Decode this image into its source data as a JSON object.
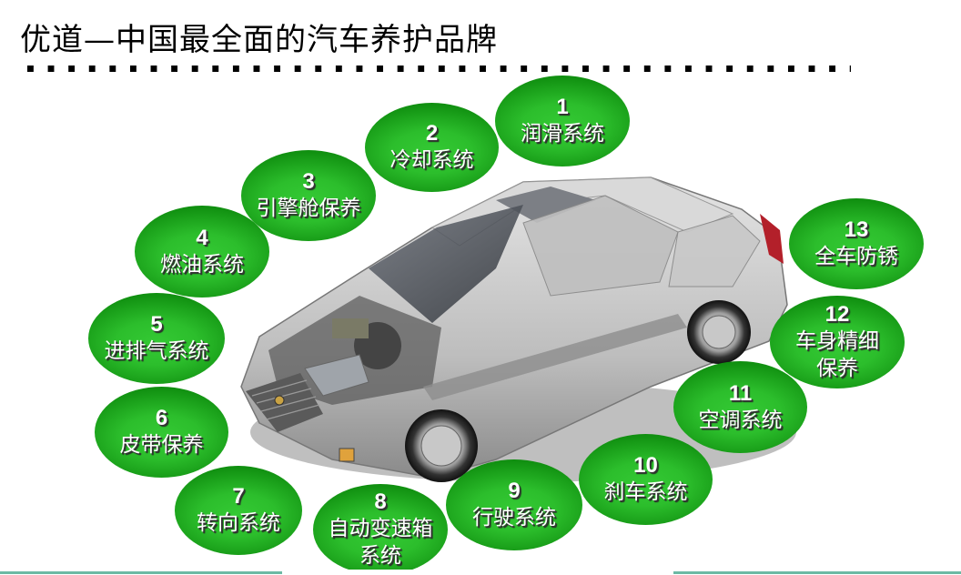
{
  "slide": {
    "title": "优道—中国最全面的汽车养护品牌",
    "image_subject": "car-cutaway-illustration",
    "colors": {
      "bubble_light": "#34c934",
      "bubble_dark": "#0a850a",
      "bottom_line": "#6cb9a4"
    }
  },
  "bubbles": [
    {
      "num": "1",
      "label": "润滑系统"
    },
    {
      "num": "2",
      "label": "冷却系统"
    },
    {
      "num": "3",
      "label": "引擎舱保养"
    },
    {
      "num": "4",
      "label": "燃油系统"
    },
    {
      "num": "5",
      "label": "进排气系统"
    },
    {
      "num": "6",
      "label": "皮带保养"
    },
    {
      "num": "7",
      "label": "转向系统"
    },
    {
      "num": "8",
      "label": "自动变速箱",
      "label2": "系统"
    },
    {
      "num": "9",
      "label": "行驶系统"
    },
    {
      "num": "10",
      "label": "刹车系统"
    },
    {
      "num": "11",
      "label": "空调系统"
    },
    {
      "num": "12",
      "label": "车身精细",
      "label2": "保养"
    },
    {
      "num": "13",
      "label": "全车防锈"
    }
  ]
}
